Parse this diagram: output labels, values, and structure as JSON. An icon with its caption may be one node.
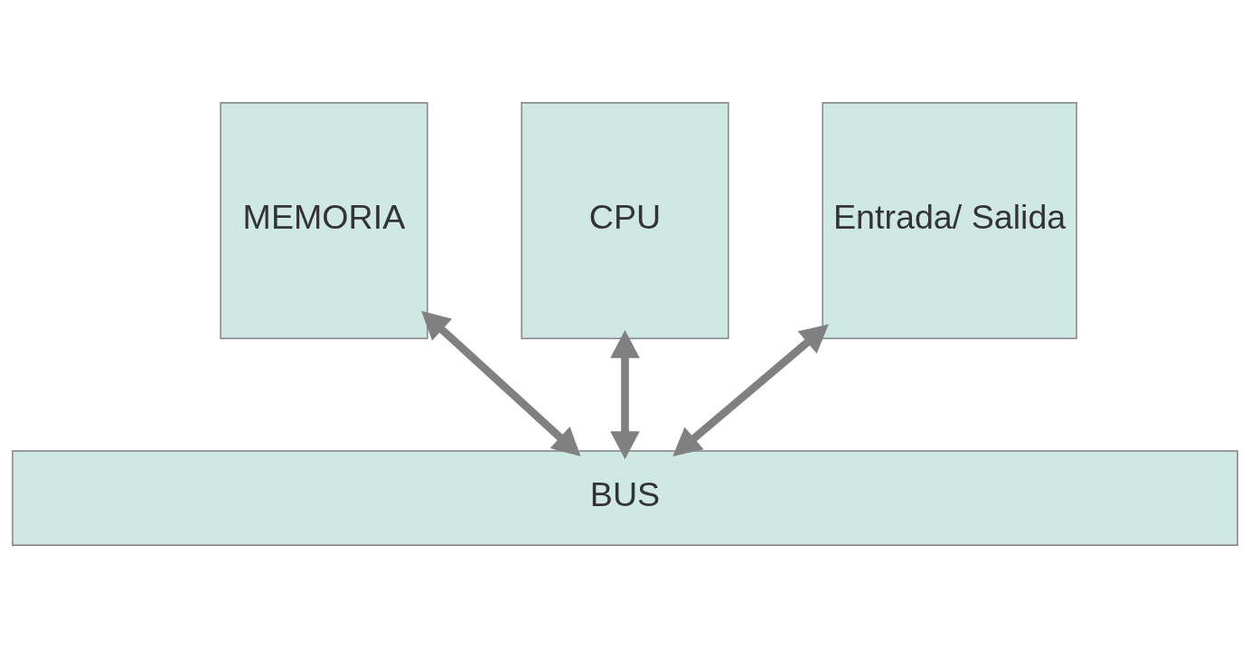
{
  "diagram": {
    "nodes": [
      {
        "text": [
          "MEMORIA"
        ]
      },
      {
        "text": [
          "CPU"
        ]
      },
      {
        "text": [
          "Entrada/ Salida"
        ]
      },
      {
        "text": [
          "BUS"
        ]
      }
    ],
    "edges": [
      {
        "from": 0,
        "to": 3,
        "arrow": "both"
      },
      {
        "from": 1,
        "to": 3,
        "arrow": "both"
      },
      {
        "from": 2,
        "to": 3,
        "arrow": "both"
      }
    ]
  }
}
